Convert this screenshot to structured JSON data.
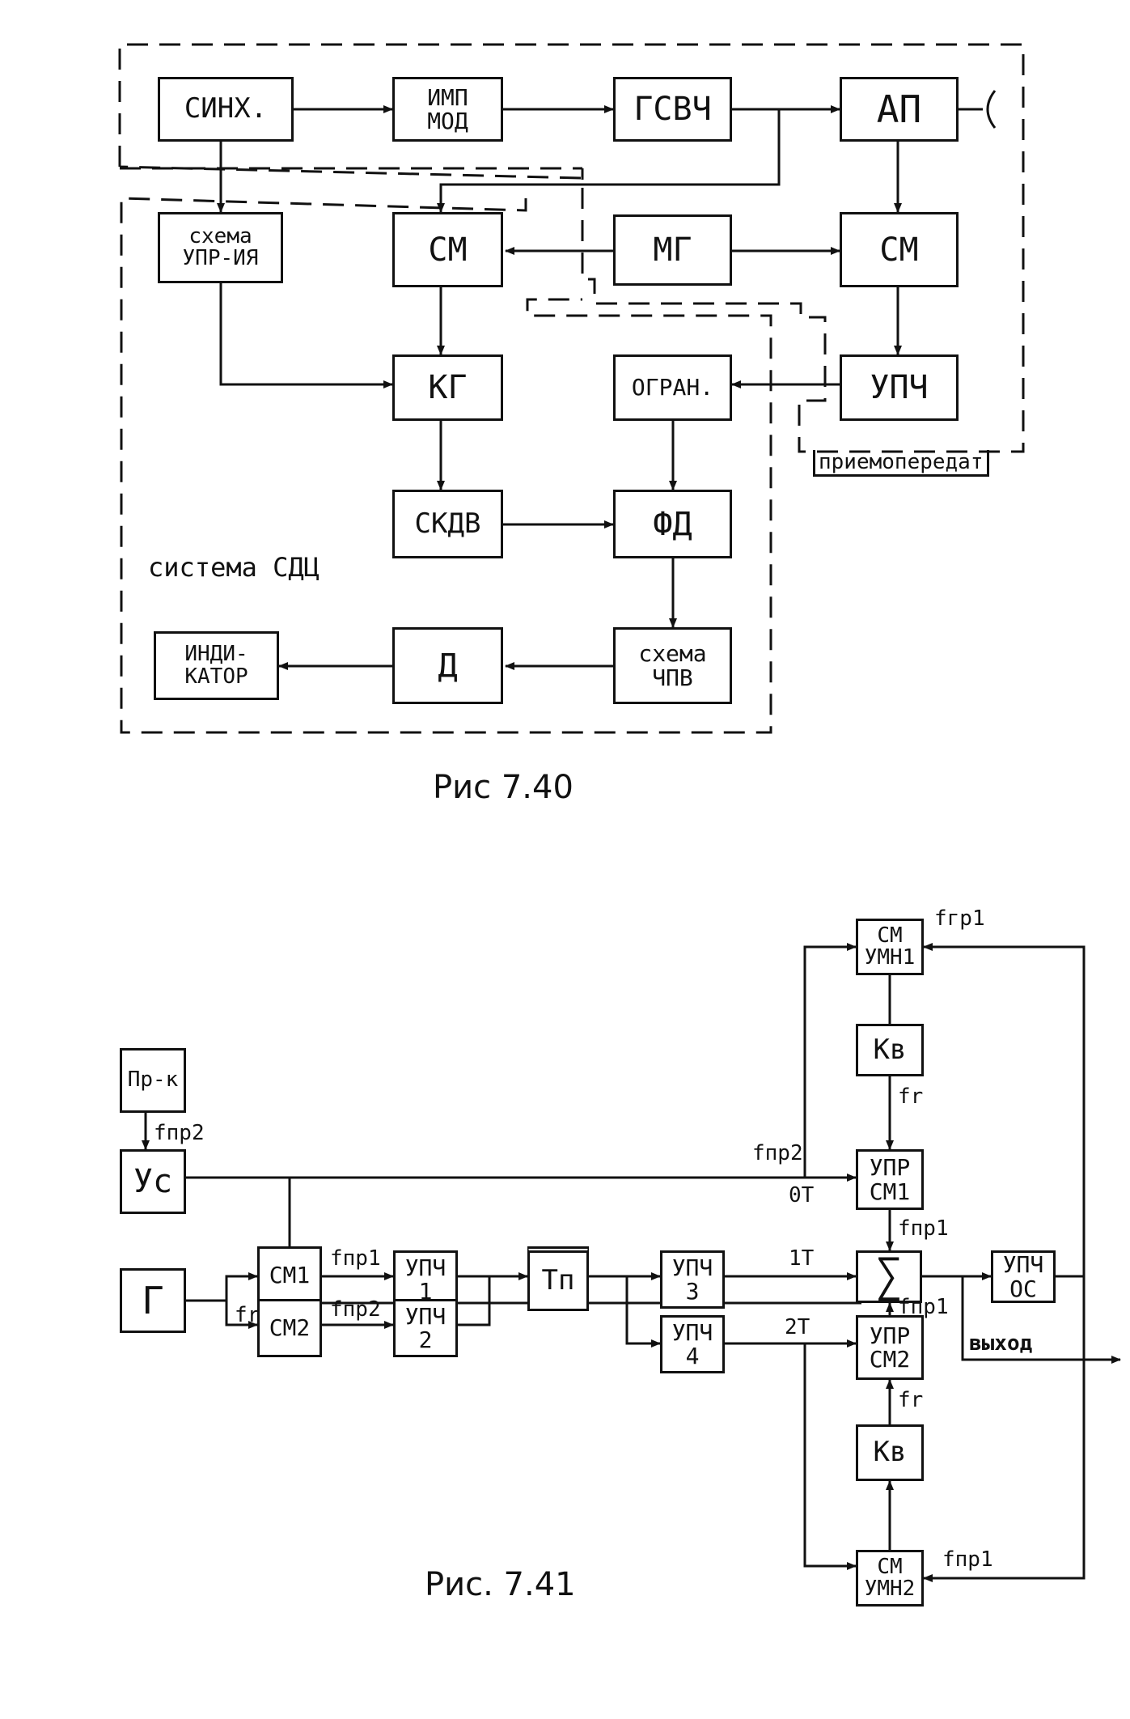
{
  "fig740": {
    "caption": "Рис 7.40",
    "region_label": "система СДЦ",
    "transceiver_label": "приемопередат",
    "blocks": {
      "sync": "СИНХ.",
      "pulse_mod_1": "ИМП",
      "pulse_mod_2": "МОД",
      "mag": "ГСВЧ",
      "ap": "АП",
      "ctrl_1": "схема",
      "ctrl_2": "УПР-ИЯ",
      "mixer_left": "СМ",
      "mg": "МГ",
      "mixer_right": "СМ",
      "kg": "КГ",
      "limiter": "ОГРАН.",
      "ifa": "УПЧ",
      "skdv": "СКДВ",
      "fd": "ФД",
      "det": "Д",
      "cpv_1": "схема",
      "cpv_2": "ЧПВ",
      "ind_1": "ИНДИ-",
      "ind_2": "КАТОР"
    }
  },
  "fig741": {
    "caption": "Рис. 7.41",
    "blocks": {
      "prk": "Пр-к",
      "us": "Ус",
      "gen": "Г",
      "cm1": "СМ1",
      "cm2": "СМ2",
      "upch1_a": "УПЧ",
      "upch1_b": "1",
      "upch2_a": "УПЧ",
      "upch2_b": "2",
      "tp": "Тп",
      "upch3_a": "УПЧ",
      "upch3_b": "3",
      "upch4_a": "УПЧ",
      "upch4_b": "4",
      "sum": "∑",
      "upchos_a": "УПЧ",
      "upchos_b": "ОС",
      "cmum1_a": "СМ",
      "cmum1_b": "УМН1",
      "kv_top": "Кв",
      "uprcm1_a": "УПР",
      "uprcm1_b": "СМ1",
      "uprcm2_a": "УПР",
      "uprcm2_b": "СМ2",
      "kv_bottom": "Кв",
      "cmum2_a": "СМ",
      "cmum2_b": "УМН2"
    },
    "labels": {
      "f_np2_left": "fпр2",
      "f_r_gen": "fr",
      "f_np1_cm1": "fпр1",
      "f_np2_cm2": "fпр2",
      "f_rp1_top": "fгр1",
      "f_r_top": "fr",
      "f_np2_right": "fпр2",
      "ot": "0Т",
      "f_np1_upr1": "fпр1",
      "one_t": "1Т",
      "f_np1_upr2": "fпр1",
      "vyhod": "выход",
      "two_t": "2Т",
      "f_r_bottom": "fr",
      "f_np1_bottom": "fпр1"
    }
  }
}
